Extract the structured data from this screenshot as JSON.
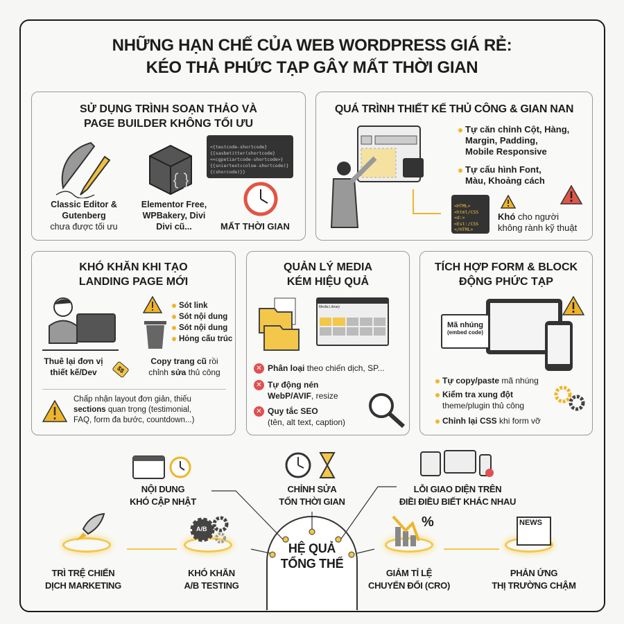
{
  "title": {
    "line1": "NHỮNG HẠN CHẾ CỦA WEB WORDPRESS GIÁ RẺ:",
    "line2": "KÉO THẢ PHỨC TẠP GÂY MẤT THỜI GIAN"
  },
  "panel1": {
    "title1": "SỬ DỤNG TRÌNH SOẠN THẢO VÀ",
    "title2": "PAGE BUILDER KHÔNG TỐI ƯU",
    "item1": {
      "bold1": "Classic Editor &",
      "bold2": "Gutenberg",
      "text": "chưa được tối ưu"
    },
    "item2": {
      "line1": "Elementor Free,",
      "line2": "WPBakery, Divi",
      "line3": "Divi cũ..."
    },
    "code": [
      "<{teutcode-shortcode}",
      "{{sasbetitter(shortcode}",
      "<<cgpetiartcode-shortcode>}",
      "{{sniertextccoloe-shortcode)}",
      "{(shorcode)}}"
    ],
    "time": "MẤT THỜI GIAN"
  },
  "panel2": {
    "title": "QUÁ TRÌNH THIẾT KẾ THỦ CÔNG & GIAN NAN",
    "bullet1": [
      "Tự căn chỉnh Cột, Hàng,",
      "Margin, Padding,",
      "Mobile Responsive"
    ],
    "bullet2": [
      "Tự cấu hình Font,",
      "Màu, Khoảng cách"
    ],
    "code": [
      "<HTML>",
      "<html/CSS",
      "<d:>",
      "<Est:/CSS",
      "</HTML>"
    ],
    "warn_bold": "Khó",
    "warn_text1": " cho người",
    "warn_text2": "không rành kỹ thuật"
  },
  "panel3": {
    "title1": "KHÓ KHĂN KHI TẠO",
    "title2": "LANDING PAGE MỚI",
    "issues": [
      "Sót link",
      "Sót nội dung",
      "Sót nội dung",
      "Hỏng cấu trúc"
    ],
    "hire": [
      "Thuê lại đơn vị",
      "thiết kế/Dev"
    ],
    "tag": "$$",
    "copy_bold": "Copy trang cũ",
    "copy_text1": " rồi",
    "copy_text2a": "chỉnh ",
    "copy_text2b": "sửa",
    "copy_text2c": " thủ công",
    "note1": "Chấp nhận layout đơn giản, thiếu",
    "note_bold": "sections",
    "note2": " quan trọng (testimonial,",
    "note3": "FAQ, form đa bước, countdown...)"
  },
  "panel4": {
    "title1": "QUẢN LÝ MEDIA",
    "title2": "KÉM HIỆU QUẢ",
    "library": "Media Library",
    "items": [
      {
        "bold": "Phân loại",
        "text": " theo chiến dịch, SP..."
      },
      {
        "bold": "Tự động nén",
        "bold2": "WebP/AVIF",
        "text": ", resize"
      },
      {
        "bold": "Quy tắc SEO",
        "text": "(tên, alt text, caption)"
      }
    ]
  },
  "panel5": {
    "title1": "TÍCH HỢP FORM & BLOCK",
    "title2": "ĐỘNG PHỨC TẠP",
    "embed1": "Mã nhúng",
    "embed2": "(embed code)",
    "items": [
      {
        "bold": "Tự copy/paste",
        "text": " mã nhúng"
      },
      {
        "bold": "Kiểm tra xung đột",
        "text": "theme/plugin thủ công"
      },
      {
        "bold": "Chỉnh lại CSS",
        "text": " khi form vỡ"
      }
    ]
  },
  "consequences": {
    "center1": "HỆ QUẢ",
    "center2": "TỔNG THỂ",
    "content": [
      "NỘI DUNG",
      "KHÓ CẬP NHẬT"
    ],
    "editing": [
      "CHỈNH SỬA",
      "TỐN THỜI GIAN"
    ],
    "ui": [
      "LỖI GIAO DIỆN TRÊN",
      "ĐIỀI ĐIỀU BIẾT KHÁC NHAU"
    ],
    "marketing": [
      "TRÌ TRỆ CHIẾN",
      "DỊCH MARKETING"
    ],
    "ab": [
      "KHÓ KHĂN",
      "A/B TESTING"
    ],
    "ab_label": "A/B",
    "cro": [
      "GIẢM TỈ LỆ",
      "CHUYỂN ĐỔI (CRO)"
    ],
    "percent": "%",
    "market": [
      "PHẢN ỨNG",
      "THỊ TRƯỜNG CHẬM"
    ],
    "news": "NEWS"
  },
  "colors": {
    "accent": "#f0b429",
    "danger": "#e05050",
    "dark": "#2b2b2b"
  }
}
